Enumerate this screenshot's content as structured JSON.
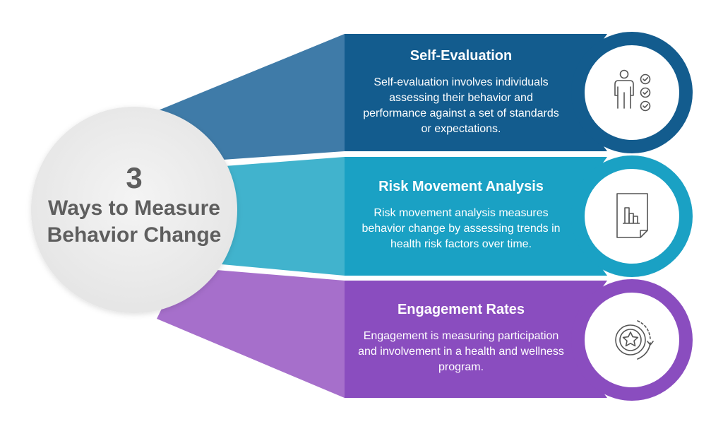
{
  "hub": {
    "number": "3",
    "line1": "Ways to Measure",
    "line2": "Behavior Change"
  },
  "items": [
    {
      "title": "Self-Evaluation",
      "description": "Self-evaluation involves individuals assessing their behavior and performance against a set of standards or expectations.",
      "icon": "person-checklist-icon",
      "color": "#135c8e",
      "wedge_color": "#3f7ba8"
    },
    {
      "title": "Risk Movement Analysis",
      "description": "Risk movement analysis measures behavior change by assessing trends in health risk factors over time.",
      "icon": "bar-chart-document-icon",
      "color": "#1aa1c4",
      "wedge_color": "#41b3cd"
    },
    {
      "title": "Engagement Rates",
      "description": "Engagement is measuring participation and involvement in a health and wellness program.",
      "icon": "star-badge-refresh-icon",
      "color": "#8a4dbf",
      "wedge_color": "#a66fcb"
    }
  ]
}
